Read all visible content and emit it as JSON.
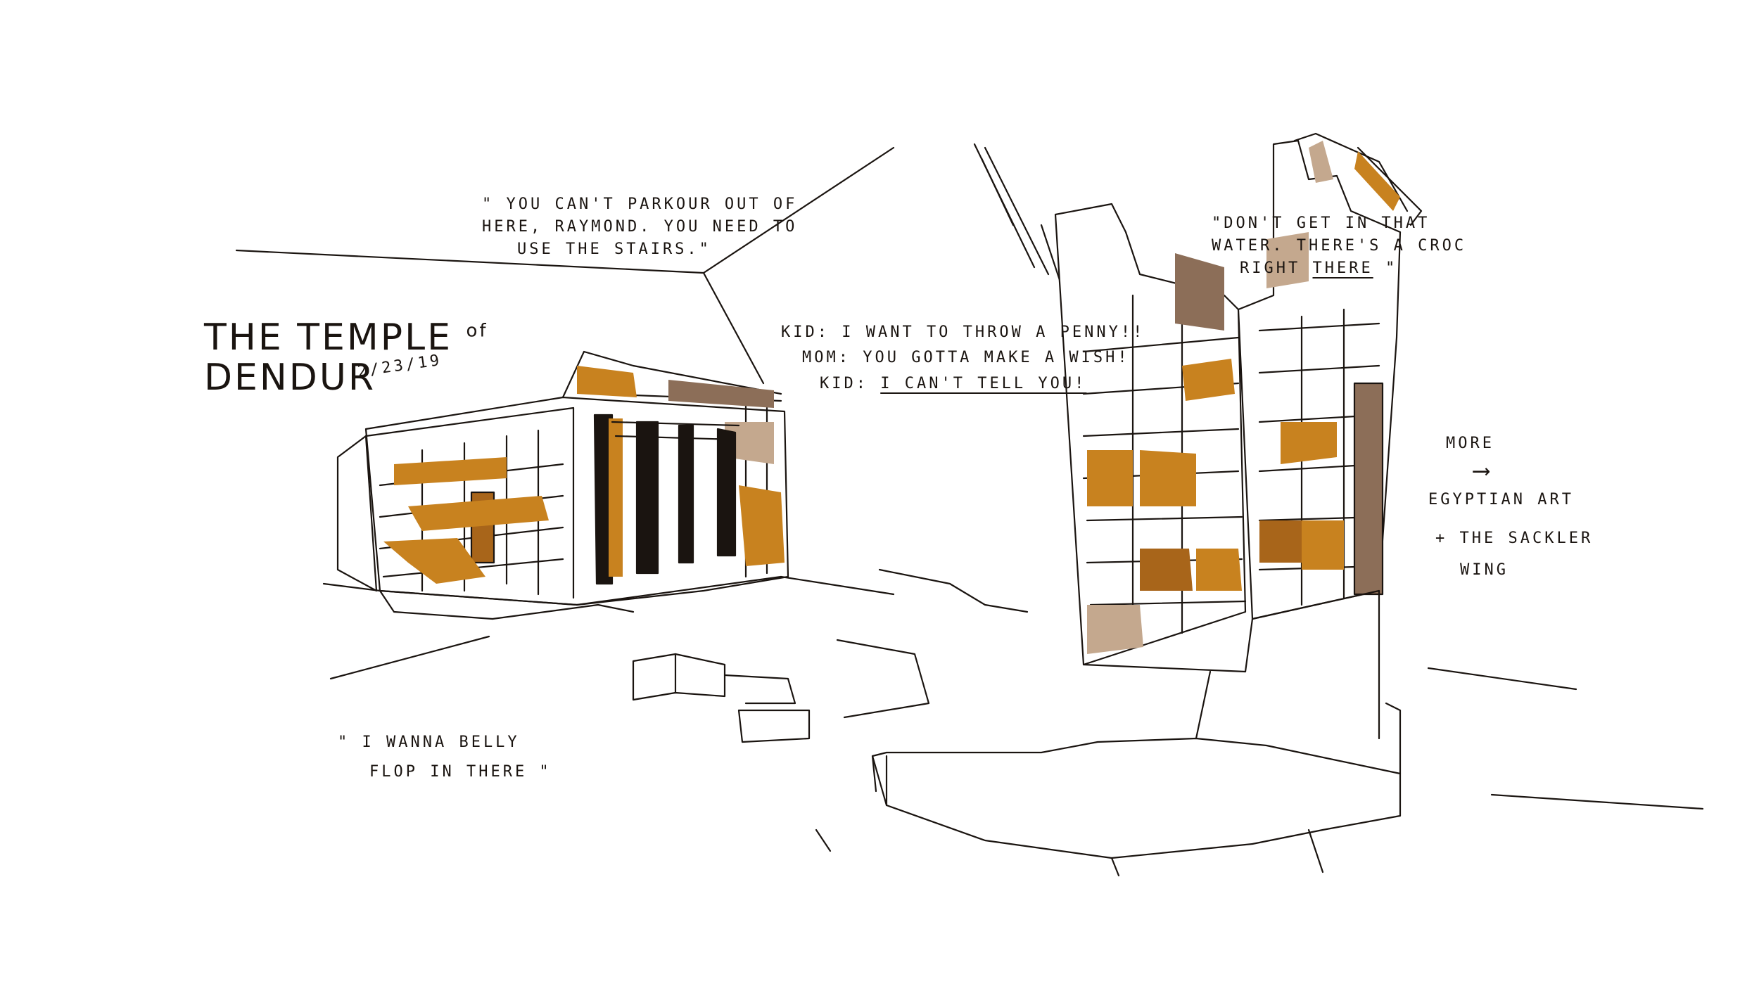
{
  "sketch": {
    "title_line1": "THE TEMPLE",
    "title_of": "of",
    "title_line2": "DENDUR",
    "date": "2/23/19",
    "quote_parkour_line1": "\" YOU CAN'T PARKOUR OUT OF",
    "quote_parkour_line2": "HERE, RAYMOND. YOU NEED TO",
    "quote_parkour_line3": "USE THE STAIRS.\"",
    "dialogue_line1": "KID: I WANT TO THROW A PENNY!!",
    "dialogue_line2": "MOM: YOU GOTTA MAKE A WISH!",
    "dialogue_kid_prefix": "KID:",
    "dialogue_kid_underlined": "I CAN'T TELL YOU!",
    "quote_croc_line1": "\"DON'T GET IN THAT",
    "quote_croc_line2": "WATER. THERE'S A CROC",
    "quote_croc_prefix": "RIGHT",
    "quote_croc_emph": "THERE",
    "quote_croc_suffix": "\"",
    "more_label": "MORE",
    "more_arrow": "⟶",
    "more_line2": "EGYPTIAN ART",
    "more_line3": "+ THE SACKLER",
    "more_line4": "WING",
    "quote_belly_line1": "\" I WANNA BELLY",
    "quote_belly_line2": "FLOP IN THERE \""
  },
  "colors": {
    "ink": "#1a1410",
    "ochre": "#c8821f",
    "dark_ochre": "#a8651a",
    "taupe": "#8c6e58",
    "pale_taupe": "#c4a88e"
  }
}
